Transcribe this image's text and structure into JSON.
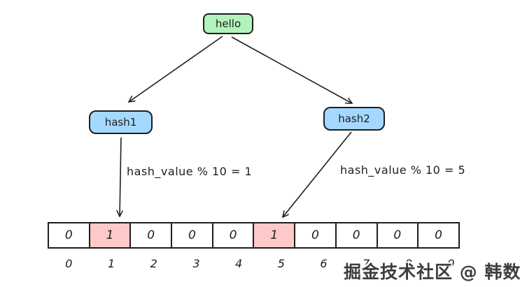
{
  "colors": {
    "node_green": "#b2f2bb",
    "node_blue": "#a5d8ff",
    "cell_pink": "#ffc9c9",
    "stroke": "#1e1e1e",
    "watermark_text": "#3d3d3d"
  },
  "nodes": {
    "hello": {
      "label": "hello"
    },
    "hash1": {
      "label": "hash1"
    },
    "hash2": {
      "label": "hash2"
    }
  },
  "edge_labels": {
    "hash1_mod": "hash_value % 10 = 1",
    "hash2_mod": "hash_value % 10 = 5"
  },
  "bit_array": {
    "values": [
      "0",
      "1",
      "0",
      "0",
      "0",
      "1",
      "0",
      "0",
      "0",
      "0"
    ],
    "highlighted_indices": [
      1,
      5
    ],
    "index_labels": [
      "0",
      "1",
      "2",
      "3",
      "4",
      "5",
      "6",
      "7",
      "8",
      "9"
    ]
  },
  "watermark": "掘金技术社区 @ 韩数"
}
